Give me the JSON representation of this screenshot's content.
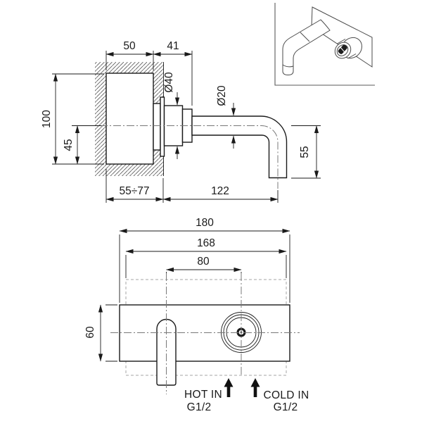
{
  "drawing": {
    "side_view": {
      "body_width": "50",
      "protrusion": "41",
      "escutcheon_diameter": "Ø40",
      "spout_diameter": "Ø20",
      "body_height": "100",
      "spout_axis_height": "45",
      "wall_thickness_range": "55÷77",
      "spout_reach": "122",
      "spout_drop": "55"
    },
    "front_view": {
      "plate_width": "180",
      "inwall_body_width": "168",
      "spout_to_handle": "80",
      "plate_height": "60"
    },
    "connections": {
      "hot_label": "HOT IN",
      "hot_thread": "G1/2",
      "cold_label": "COLD IN",
      "cold_thread": "G1/2"
    }
  }
}
